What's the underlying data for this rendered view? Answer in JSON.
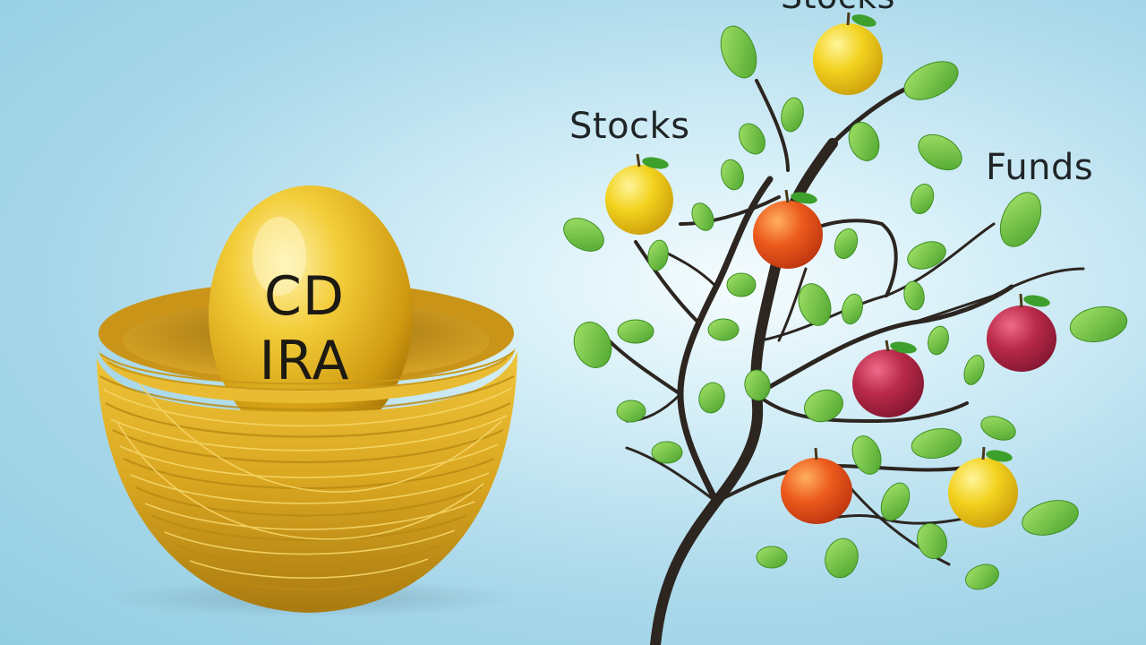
{
  "tree": {
    "label_top": "Stocks",
    "label_left": "Stocks",
    "label_right": "Funds"
  },
  "egg": {
    "line1": "CD",
    "line2": "IRA"
  },
  "colors": {
    "sky": "#a9d8ea",
    "gold": "#e0b31c",
    "branch": "#2c2520",
    "leaf": "#6cc13f",
    "apple_yellow": "#efcf1c",
    "apple_orange": "#e4541c",
    "apple_red": "#b0243f"
  },
  "icons": [
    "golden-egg",
    "straw-nest",
    "apple-tree",
    "apple",
    "leaf"
  ]
}
